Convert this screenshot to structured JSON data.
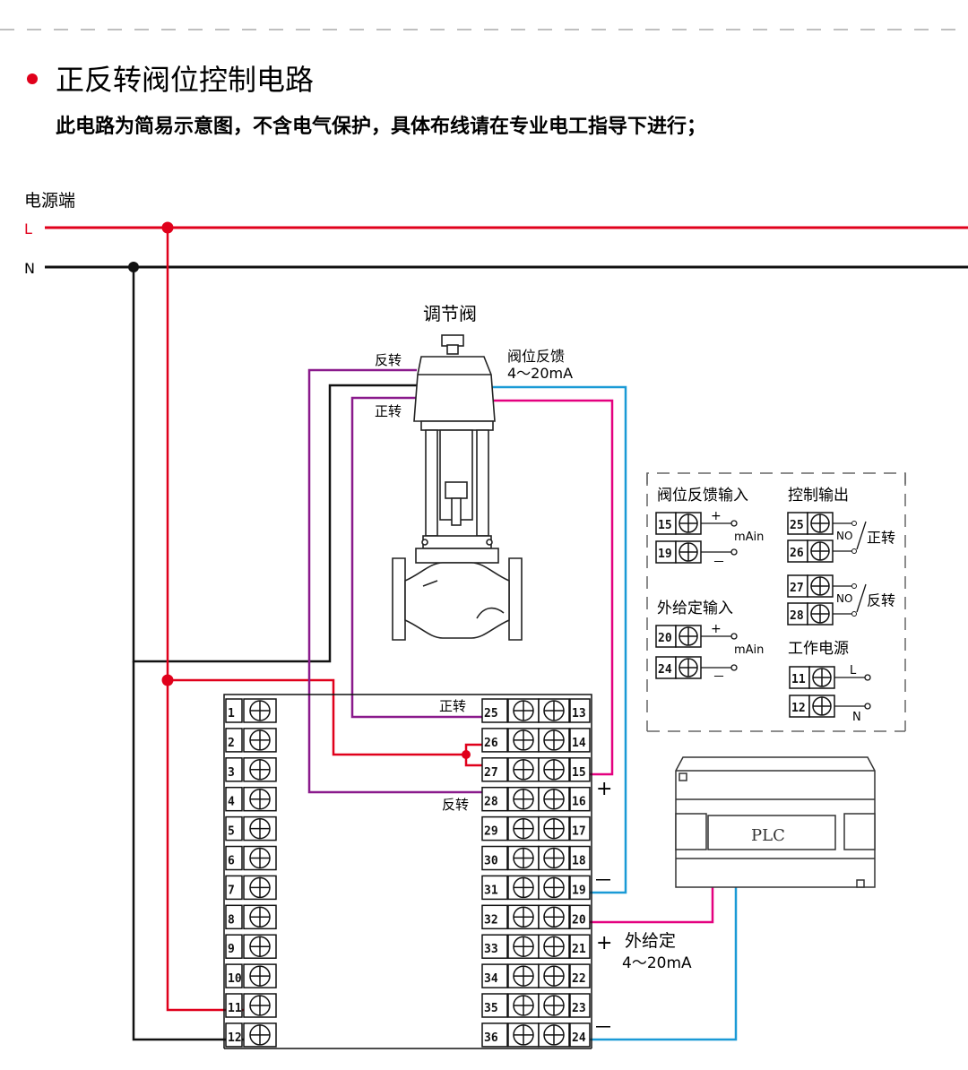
{
  "header": {
    "title": "正反转阀位控制电路",
    "subtitle": "此电路为简易示意图，不含电气保护，具体布线请在专业电工指导下进行；"
  },
  "power": {
    "label": "电源端",
    "l": "L",
    "n": "N"
  },
  "valve": {
    "title": "调节阀",
    "reverse": "反转",
    "forward": "正转",
    "feedback_title": "阀位反馈",
    "feedback_range": "4～20mA"
  },
  "controller": {
    "left_terminals": [
      "1",
      "2",
      "3",
      "4",
      "5",
      "6",
      "7",
      "8",
      "9",
      "10",
      "11",
      "12"
    ],
    "mid_terminals": [
      "25",
      "26",
      "27",
      "28",
      "29",
      "30",
      "31",
      "32",
      "33",
      "34",
      "35",
      "36"
    ],
    "right_terminals": [
      "13",
      "14",
      "15",
      "16",
      "17",
      "18",
      "19",
      "20",
      "21",
      "22",
      "23",
      "24"
    ],
    "label_forward": "正转",
    "label_reverse": "反转",
    "plus": "+",
    "minus": "－",
    "ext_label": "外给定",
    "ext_range": "4～20mA"
  },
  "legend": {
    "feedback_input": "阀位反馈输入",
    "ext_input": "外给定输入",
    "control_output": "控制输出",
    "power_supply": "工作电源",
    "t15": "15",
    "t19": "19",
    "t20": "20",
    "t24": "24",
    "t25": "25",
    "t26": "26",
    "t27": "27",
    "t28": "28",
    "t11": "11",
    "t12": "12",
    "plus": "+",
    "minus": "－",
    "unit": "mAin",
    "no": "NO",
    "fwd": "正转",
    "rev": "反转",
    "l": "L",
    "n": "N"
  },
  "plc": {
    "label": "PLC"
  },
  "colors": {
    "red": "#e0001b",
    "black": "#111111",
    "purple": "#8a1a8c",
    "pink": "#e4007f",
    "blue": "#1a9ad6"
  }
}
